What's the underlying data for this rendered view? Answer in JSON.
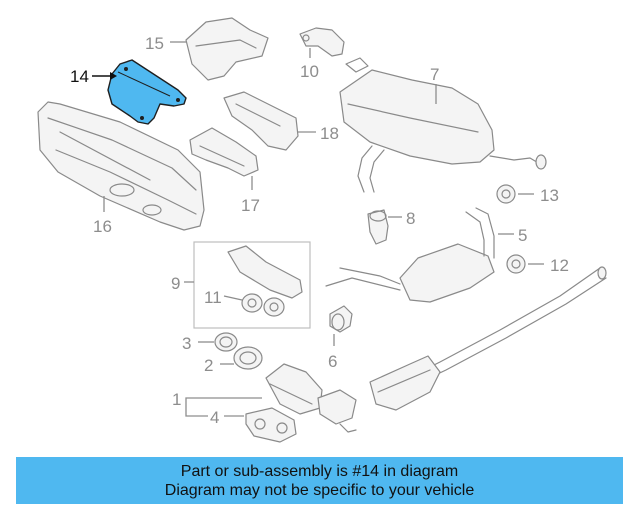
{
  "highlight_color": "#4fb8f0",
  "callouts": {
    "c1": "1",
    "c2": "2",
    "c3": "3",
    "c4": "4",
    "c5": "5",
    "c6": "6",
    "c7": "7",
    "c8": "8",
    "c9": "9",
    "c10": "10",
    "c11": "11",
    "c12": "12",
    "c13": "13",
    "c14": "14",
    "c15": "15",
    "c16": "16",
    "c17": "17",
    "c18": "18"
  },
  "banner": {
    "line1": "Part or sub-assembly is #14 in diagram",
    "line2": "Diagram may not be specific to your vehicle"
  }
}
